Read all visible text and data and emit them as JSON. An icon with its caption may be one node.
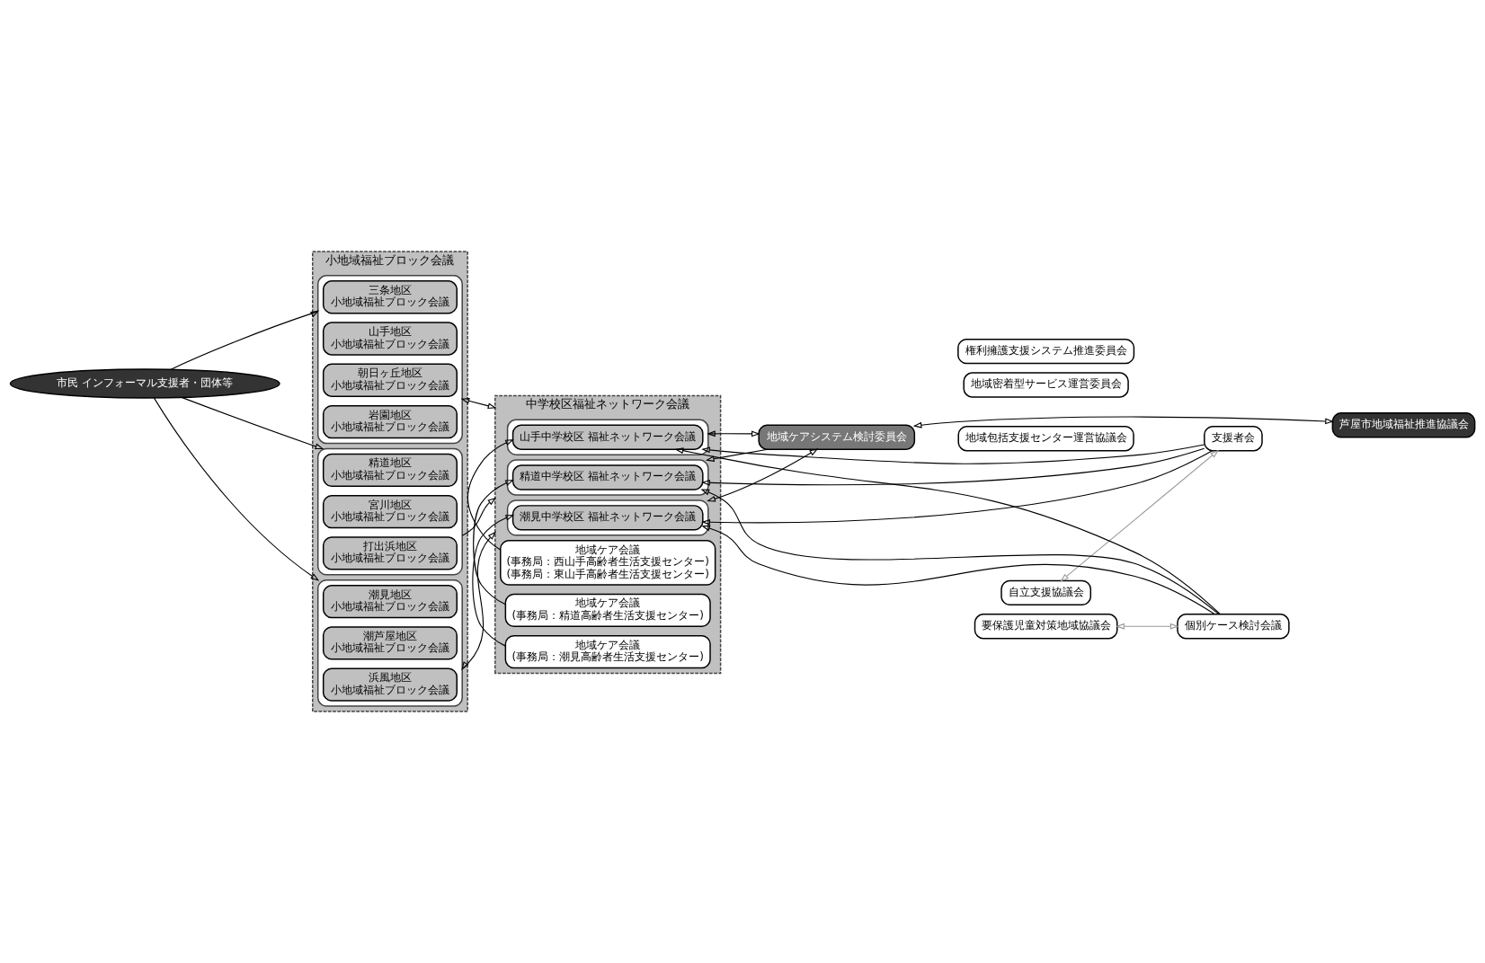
{
  "diagram": {
    "nodes": [
      {
        "text": [
          "市民 インフォーマル支援者・団体等"
        ]
      },
      {
        "text": [
          "小地域福祉ブロック会議"
        ]
      },
      {
        "text": [],
        "shape": "box",
        "in": 1
      },
      {
        "text": [
          "三条地区",
          "小地域福祉ブロック会議"
        ],
        "in": 2
      },
      {
        "text": [
          "山手地区",
          "小地域福祉ブロック会議"
        ],
        "in": 2
      },
      {
        "text": [
          "朝日ヶ丘地区",
          "小地域福祉ブロック会議"
        ],
        "in": 2
      },
      {
        "text": [
          "岩園地区",
          "小地域福祉ブロック会議"
        ],
        "in": 2
      },
      {
        "text": [],
        "shape": "box",
        "in": 1
      },
      {
        "text": [
          "精道地区",
          "小地域福祉ブロック会議"
        ],
        "in": 7
      },
      {
        "text": [
          "宮川地区",
          "小地域福祉ブロック会議"
        ],
        "in": 7
      },
      {
        "text": [
          "打出浜地区",
          "小地域福祉ブロック会議"
        ],
        "in": 7
      },
      {
        "text": [],
        "shape": "box",
        "in": 1
      },
      {
        "text": [
          "潮見地区",
          "小地域福祉ブロック会議"
        ],
        "in": 11
      },
      {
        "text": [
          "潮芦屋地区",
          "小地域福祉ブロック会議"
        ],
        "in": 11
      },
      {
        "text": [
          "浜風地区",
          "小地域福祉ブロック会議"
        ],
        "in": 11
      },
      {
        "text": [
          "中学校区福祉ネットワーク会議"
        ]
      },
      {
        "text": [],
        "shape": "box",
        "in": 15
      },
      {
        "text": [
          "山手中学校区 福祉ネットワーク会議"
        ],
        "in": 16
      },
      {
        "text": [
          "地域ケア会議",
          "(事務局：西山手高齢者生活支援センター)",
          "(事務局：東山手高齢者生活支援センター)"
        ],
        "in": 15
      },
      {
        "text": [],
        "shape": "box",
        "in": 15
      },
      {
        "text": [
          "精道中学校区 福祉ネットワーク会議"
        ],
        "in": 19
      },
      {
        "text": [
          "地域ケア会議",
          "(事務局：精道高齢者生活支援センター)"
        ],
        "in": 15
      },
      {
        "text": [],
        "shape": "box",
        "in": 15
      },
      {
        "text": [
          "潮見中学校区 福祉ネットワーク会議"
        ],
        "in": 22
      },
      {
        "text": [
          "地域ケア会議",
          "(事務局：潮見高齢者生活支援センター)"
        ],
        "in": 15
      },
      {
        "text": [
          "地域ケアシステム検討委員会"
        ]
      },
      {
        "text": [
          "地域包括支援センター運営協議会"
        ]
      },
      {
        "text": [
          "地域密着型サービス運営委員会"
        ]
      },
      {
        "text": [
          "権利擁護支援システム推進委員会"
        ]
      },
      {
        "text": [
          "自立支援協議会"
        ]
      },
      {
        "text": [
          "要保護児童対策地域協議会"
        ]
      },
      {
        "text": [
          "支援者会"
        ]
      },
      {
        "text": [
          "個別ケース検討会議"
        ]
      },
      {
        "text": [
          "芦屋市地域福祉推進協議会"
        ]
      }
    ],
    "edges": [
      {
        "from": 0,
        "to": 2,
        "arrow": "to"
      },
      {
        "from": 0,
        "to": 7,
        "arrow": "to"
      },
      {
        "from": 0,
        "to": 11,
        "arrow": "to"
      },
      {
        "from": 2,
        "to": 15,
        "arrow": "both"
      },
      {
        "from": 7,
        "to": 15,
        "arrow": "to"
      },
      {
        "from": 11,
        "to": 15,
        "arrow": "both"
      },
      {
        "from": 18,
        "to": 17,
        "arrow": "to"
      },
      {
        "from": 21,
        "to": 20,
        "arrow": "to"
      },
      {
        "from": 24,
        "to": 23,
        "arrow": "to"
      },
      {
        "from": 31,
        "to": 17,
        "arrow": "to"
      },
      {
        "from": 31,
        "to": 20,
        "arrow": "to"
      },
      {
        "from": 31,
        "to": 23,
        "arrow": "to"
      },
      {
        "from": 32,
        "to": 17,
        "arrow": "to"
      },
      {
        "from": 32,
        "to": 20,
        "arrow": "to"
      },
      {
        "from": 32,
        "to": 23,
        "arrow": "to"
      },
      {
        "from": 16,
        "to": 25,
        "arrow": "both"
      },
      {
        "from": 25,
        "to": 19,
        "arrow": "to"
      },
      {
        "from": 22,
        "to": 25,
        "arrow": "both"
      },
      {
        "from": 25,
        "to": 33,
        "arrow": "both"
      },
      {
        "from": 29,
        "to": 31,
        "arrow": "both",
        "color": "#999999"
      },
      {
        "from": 30,
        "to": 32,
        "arrow": "both",
        "color": "#999999"
      }
    ]
  }
}
